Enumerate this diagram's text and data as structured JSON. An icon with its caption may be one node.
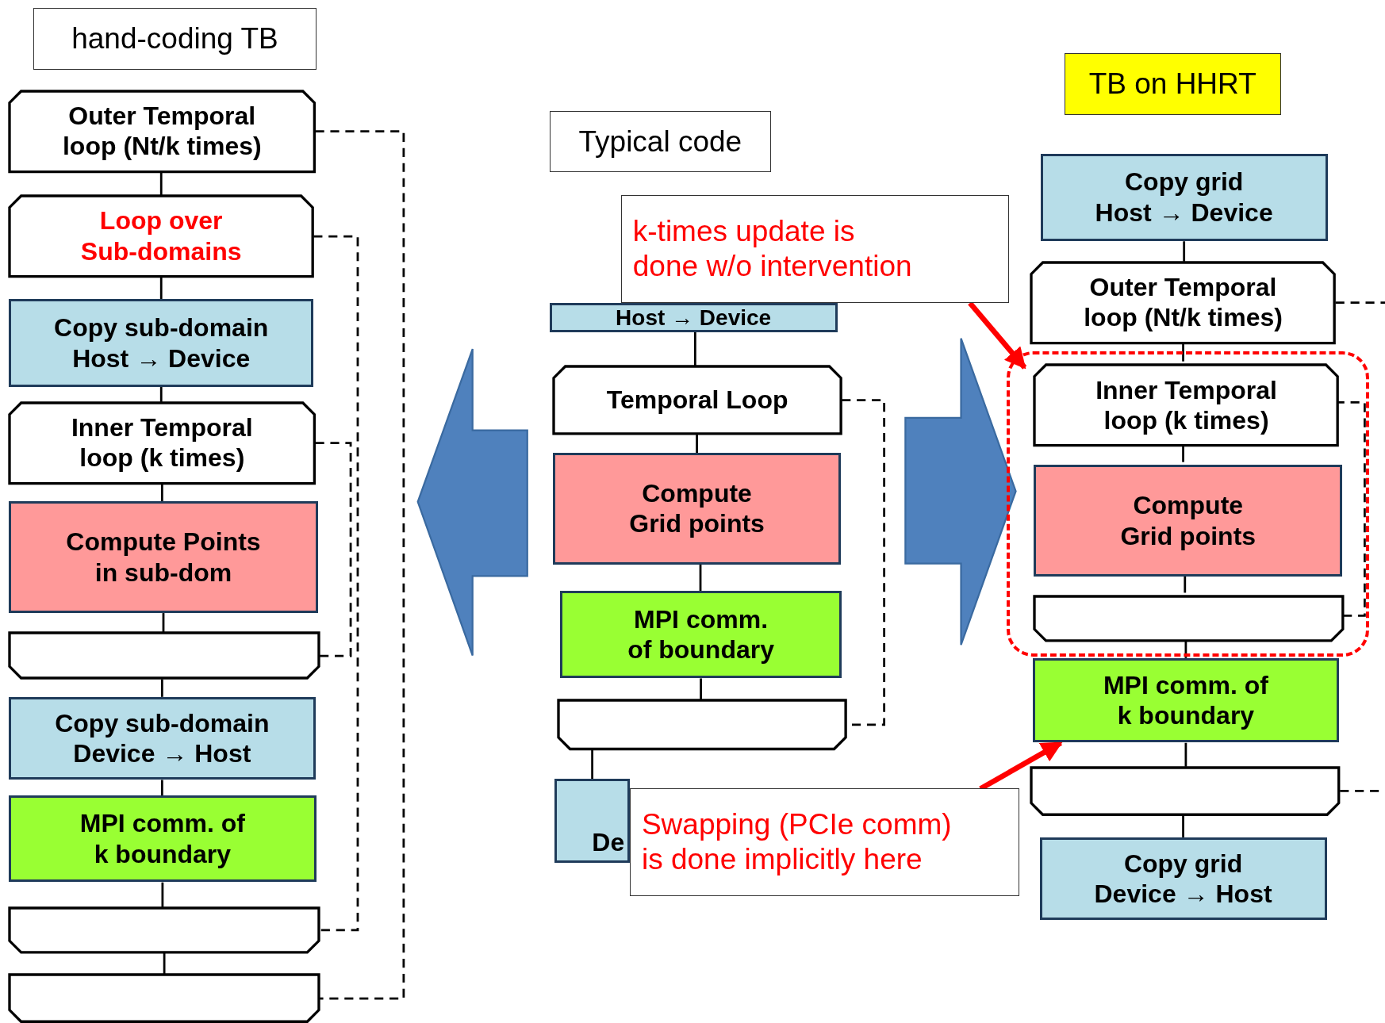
{
  "diagram": {
    "nodes": [
      {
        "text": [
          "hand-coding TB"
        ]
      },
      {
        "text": [
          "Outer Temporal loop (Nt/k times)"
        ]
      },
      {
        "text": [
          "Loop over Sub-domains"
        ]
      },
      {
        "text": [
          "Copy sub-domain Host → Device"
        ]
      },
      {
        "text": [
          "Inner Temporal loop (k times)"
        ]
      },
      {
        "text": [
          "Compute Points in sub-dom"
        ]
      },
      {
        "text": [],
        "shape": "box"
      },
      {
        "text": [
          "Copy sub-domain Device → Host"
        ]
      },
      {
        "text": [
          "MPI comm. of k boundary"
        ]
      },
      {
        "text": [],
        "shape": "box"
      },
      {
        "text": [],
        "shape": "box"
      },
      {
        "text": [
          "Typical code"
        ]
      },
      {
        "text": [
          "Host → Device"
        ]
      },
      {
        "text": [
          "Temporal Loop"
        ]
      },
      {
        "text": [
          "Compute Grid points"
        ]
      },
      {
        "text": [
          "MPI comm. of boundary"
        ]
      },
      {
        "text": [],
        "shape": "box"
      },
      {
        "text": [
          "De"
        ]
      },
      {
        "text": [
          "k-times update is done w/o intervention"
        ]
      },
      {
        "text": [
          "Swapping (PCIe comm) is done implicitly here"
        ]
      },
      {
        "text": [
          "TB on HHRT"
        ]
      },
      {
        "text": [
          "Copy grid Host → Device"
        ]
      },
      {
        "text": [
          "Outer Temporal loop (Nt/k times)"
        ]
      },
      {
        "text": [],
        "shape": "box"
      },
      {
        "text": [
          "Inner Temporal loop (k times)"
        ],
        "in": 23
      },
      {
        "text": [
          "Compute Grid points"
        ],
        "in": 23
      },
      {
        "text": [],
        "shape": "box",
        "in": 23
      },
      {
        "text": [
          "MPI comm. of k boundary"
        ]
      },
      {
        "text": [],
        "shape": "box"
      },
      {
        "text": [
          "Copy grid Device → Host"
        ]
      }
    ],
    "edges": [
      {
        "from": 1,
        "to": 2,
        "arrow": "none"
      },
      {
        "from": 2,
        "to": 3,
        "arrow": "none"
      },
      {
        "from": 3,
        "to": 4,
        "arrow": "none"
      },
      {
        "from": 4,
        "to": 5,
        "arrow": "none"
      },
      {
        "from": 5,
        "to": 6,
        "arrow": "none"
      },
      {
        "from": 6,
        "to": 7,
        "arrow": "none"
      },
      {
        "from": 7,
        "to": 8,
        "arrow": "none"
      },
      {
        "from": 8,
        "to": 9,
        "arrow": "none"
      },
      {
        "from": 9,
        "to": 10,
        "arrow": "none"
      },
      {
        "from": 1,
        "to": 10,
        "arrow": "none",
        "style": "dashed"
      },
      {
        "from": 2,
        "to": 9,
        "arrow": "none",
        "style": "dashed"
      },
      {
        "from": 4,
        "to": 6,
        "arrow": "none",
        "style": "dashed"
      },
      {
        "from": 12,
        "to": 13,
        "arrow": "none"
      },
      {
        "from": 13,
        "to": 14,
        "arrow": "none"
      },
      {
        "from": 14,
        "to": 15,
        "arrow": "none"
      },
      {
        "from": 15,
        "to": 16,
        "arrow": "none"
      },
      {
        "from": 16,
        "to": 17,
        "arrow": "none"
      },
      {
        "from": 13,
        "to": 16,
        "arrow": "none",
        "style": "dashed"
      },
      {
        "from": 18,
        "to": 23,
        "arrow": "to",
        "style": "thick",
        "color": "#ff0000"
      },
      {
        "from": 19,
        "to": 27,
        "arrow": "to",
        "style": "thick",
        "color": "#ff0000"
      },
      {
        "from": 21,
        "to": 22,
        "arrow": "none"
      },
      {
        "from": 22,
        "to": 24,
        "arrow": "none"
      },
      {
        "from": 24,
        "to": 25,
        "arrow": "none"
      },
      {
        "from": 25,
        "to": 26,
        "arrow": "none"
      },
      {
        "from": 26,
        "to": 27,
        "arrow": "none"
      },
      {
        "from": 27,
        "to": 28,
        "arrow": "none"
      },
      {
        "from": 28,
        "to": 29,
        "arrow": "none"
      },
      {
        "from": 24,
        "to": 26,
        "arrow": "none",
        "style": "dashed"
      },
      {
        "from": 22,
        "to": null,
        "arrow": "none",
        "style": "dashed"
      },
      {
        "from": 28,
        "to": null,
        "arrow": "none",
        "style": "dashed"
      }
    ]
  }
}
